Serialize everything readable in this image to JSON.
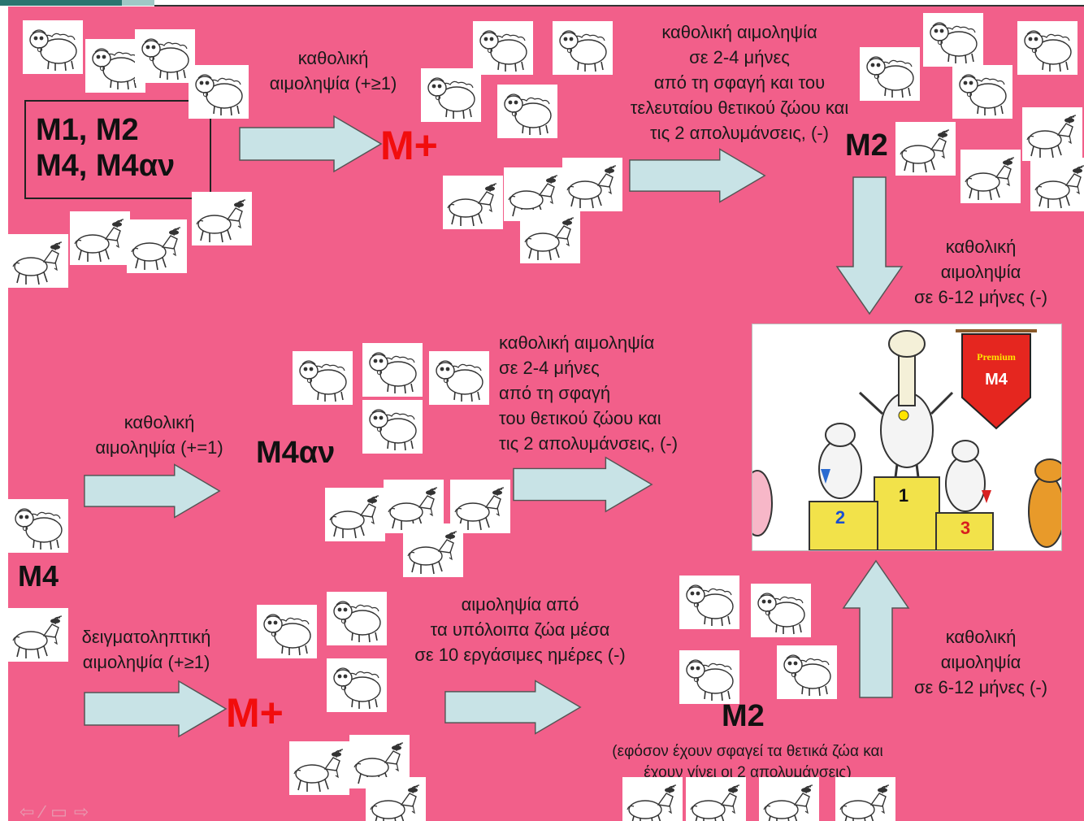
{
  "start_box": {
    "line1": "M1, M2",
    "line2": "M4, M4αν"
  },
  "top_row": {
    "arrow1_label_line1": "καθολική",
    "arrow1_label_line2": "αιμοληψία (+≥1)",
    "result1": "M+",
    "arrow2_label_line1": "καθολική αιμοληψία",
    "arrow2_label_line2": "σε 2-4 μήνες",
    "arrow2_label_line3": "από τη σφαγή και του",
    "arrow2_label_line4": "τελευταίου θετικού ζώου και",
    "arrow2_label_line5": "τις 2 απολυμάνσεις, (-)",
    "result2": "M2"
  },
  "right_column": {
    "down_label_line1": "καθολική",
    "down_label_line2": "αιμοληψία",
    "down_label_line3": "σε 6-12 μήνες (-)",
    "up_label_line1": "καθολική",
    "up_label_line2": "αιμοληψία",
    "up_label_line3": "σε 6-12 μήνες (-)"
  },
  "podium": {
    "banner_line1": "Premium",
    "banner_line2": "M4",
    "place1": "1",
    "place2": "2",
    "place3": "3"
  },
  "middle_row": {
    "arrow1_label_line1": "καθολική",
    "arrow1_label_line2": "αιμοληψία (+=1)",
    "result1": "M4αν",
    "arrow2_label_line1": "καθολική αιμοληψία",
    "arrow2_label_line2": "σε 2-4 μήνες",
    "arrow2_label_line3": "από τη σφαγή",
    "arrow2_label_line4": "του θετικού ζώου και",
    "arrow2_label_line5": "τις 2 απολυμάνσεις, (-)"
  },
  "bottom_row": {
    "start": "M4",
    "arrow1_label_line1": "δειγματοληπτική",
    "arrow1_label_line2": "αιμοληψία (+≥1)",
    "result1": "M+",
    "arrow2_label_line1": "αιμοληψία από",
    "arrow2_label_line2": "τα υπόλοιπα ζώα μέσα",
    "arrow2_label_line3": "σε 10 εργάσιμες ημέρες (-)",
    "result2": "M2",
    "note_line1": "(εφόσον έχουν σφαγεί τα θετικά ζώα και",
    "note_line2": "έχουν γίνει οι 2 απολυμάνσεις)"
  },
  "colors": {
    "background": "#f25f8a",
    "arrow_fill": "#c8e3e6",
    "result_red": "#f20d0d"
  },
  "icons": {
    "sheep": "sheep-icon",
    "goat": "goat-icon"
  }
}
